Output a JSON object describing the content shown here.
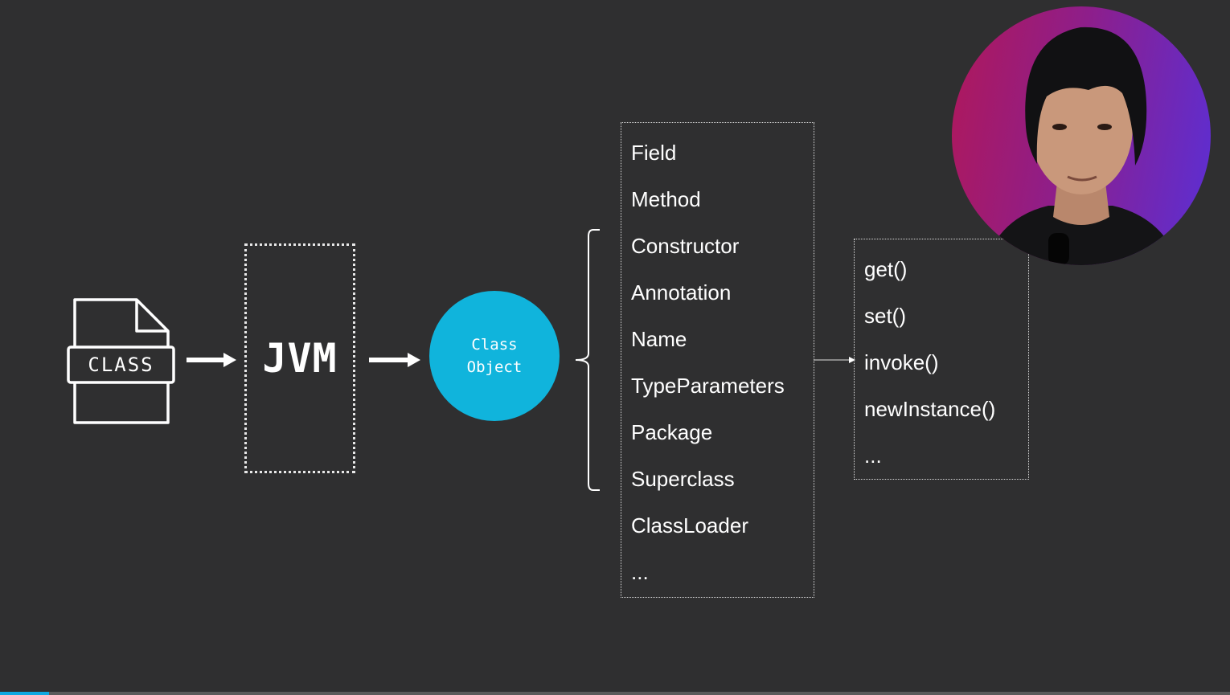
{
  "file_icon": {
    "label": "CLASS"
  },
  "jvm": {
    "label": "JVM"
  },
  "class_object": {
    "line1": "Class",
    "line2": "Object"
  },
  "members": [
    "Field",
    "Method",
    "Constructor",
    "Annotation",
    "Name",
    "TypeParameters",
    "Package",
    "Superclass",
    "ClassLoader",
    "..."
  ],
  "methods": [
    "get()",
    "set()",
    "invoke()",
    "newInstance()",
    "..."
  ],
  "colors": {
    "background": "#2f2f30",
    "accent": "#10b4dc",
    "foreground": "#ffffff"
  },
  "video_progress": 0.04
}
